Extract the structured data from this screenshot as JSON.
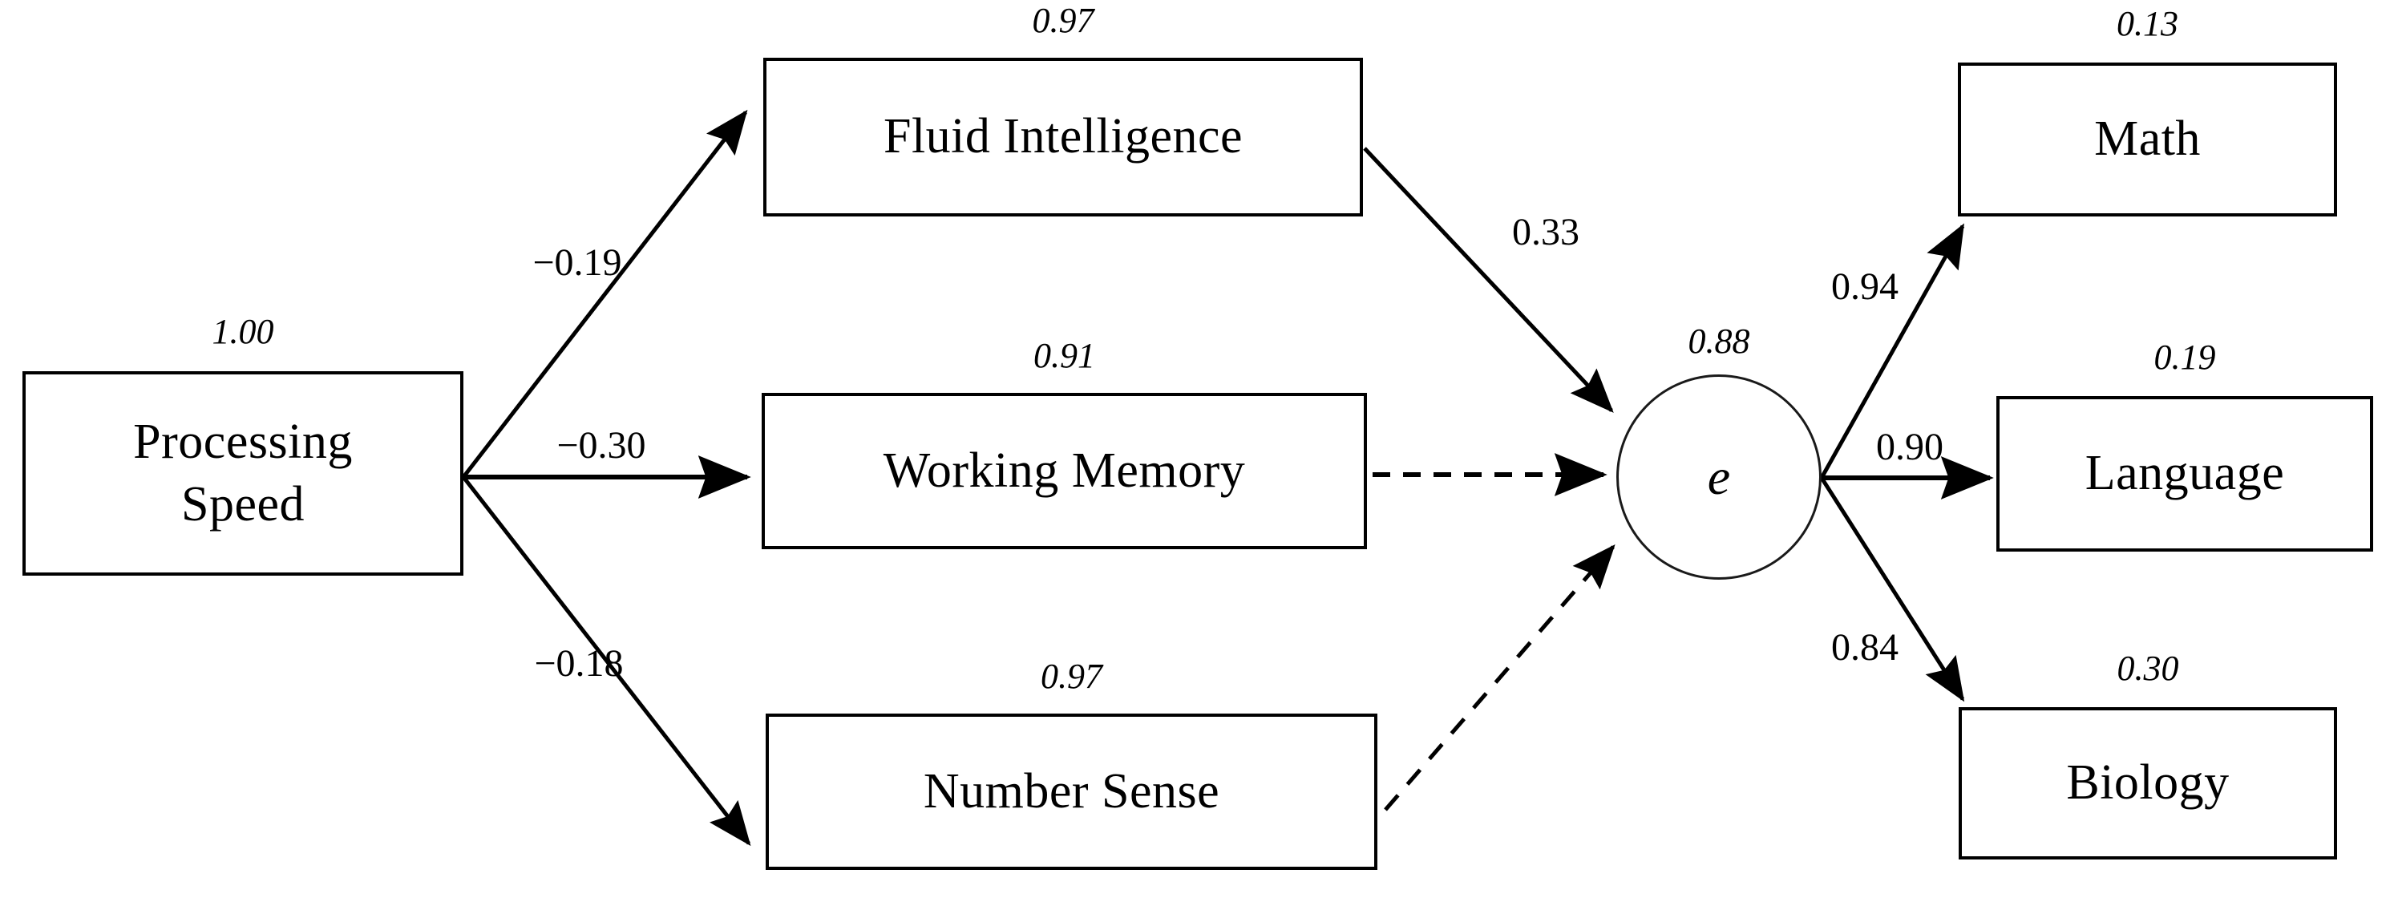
{
  "diagram": {
    "type": "sem-path-diagram",
    "title": "",
    "background_color": "#ffffff",
    "stroke_color": "#000000",
    "nodes": {
      "processing_speed": {
        "label_line1": "Processing",
        "label_line2": "Speed",
        "variance": "1.00",
        "shape": "rectangle"
      },
      "fluid_intelligence": {
        "label": "Fluid Intelligence",
        "variance": "0.97",
        "shape": "rectangle"
      },
      "working_memory": {
        "label": "Working Memory",
        "variance": "0.91",
        "shape": "rectangle"
      },
      "number_sense": {
        "label": "Number Sense",
        "variance": "0.97",
        "shape": "rectangle"
      },
      "latent_e": {
        "label": "e",
        "variance": "0.88",
        "shape": "circle"
      },
      "math": {
        "label": "Math",
        "variance": "0.13",
        "shape": "rectangle"
      },
      "language": {
        "label": "Language",
        "variance": "0.19",
        "shape": "rectangle"
      },
      "biology": {
        "label": "Biology",
        "variance": "0.30",
        "shape": "rectangle"
      }
    },
    "paths": [
      {
        "from": "processing_speed",
        "to": "fluid_intelligence",
        "coefficient": "−0.19",
        "style": "solid"
      },
      {
        "from": "processing_speed",
        "to": "working_memory",
        "coefficient": "−0.30",
        "style": "solid"
      },
      {
        "from": "processing_speed",
        "to": "number_sense",
        "coefficient": "−0.18",
        "style": "solid"
      },
      {
        "from": "fluid_intelligence",
        "to": "latent_e",
        "coefficient": "0.33",
        "style": "solid"
      },
      {
        "from": "working_memory",
        "to": "latent_e",
        "coefficient": "",
        "style": "dashed"
      },
      {
        "from": "number_sense",
        "to": "latent_e",
        "coefficient": "",
        "style": "dashed"
      },
      {
        "from": "latent_e",
        "to": "math",
        "coefficient": "0.94",
        "style": "solid"
      },
      {
        "from": "latent_e",
        "to": "language",
        "coefficient": "0.90",
        "style": "solid"
      },
      {
        "from": "latent_e",
        "to": "biology",
        "coefficient": "0.84",
        "style": "solid"
      }
    ]
  },
  "chart_data": {
    "type": "diagram",
    "categories": [
      "Processing Speed",
      "Fluid Intelligence",
      "Working Memory",
      "Number Sense",
      "e",
      "Math",
      "Language",
      "Biology"
    ],
    "variances": [
      "1.00",
      "0.97",
      "0.91",
      "0.97",
      "0.88",
      "0.13",
      "0.19",
      "0.30"
    ],
    "edge_labels": [
      "−0.19",
      "−0.30",
      "−0.18",
      "0.33",
      "0.94",
      "0.90",
      "0.84"
    ]
  }
}
